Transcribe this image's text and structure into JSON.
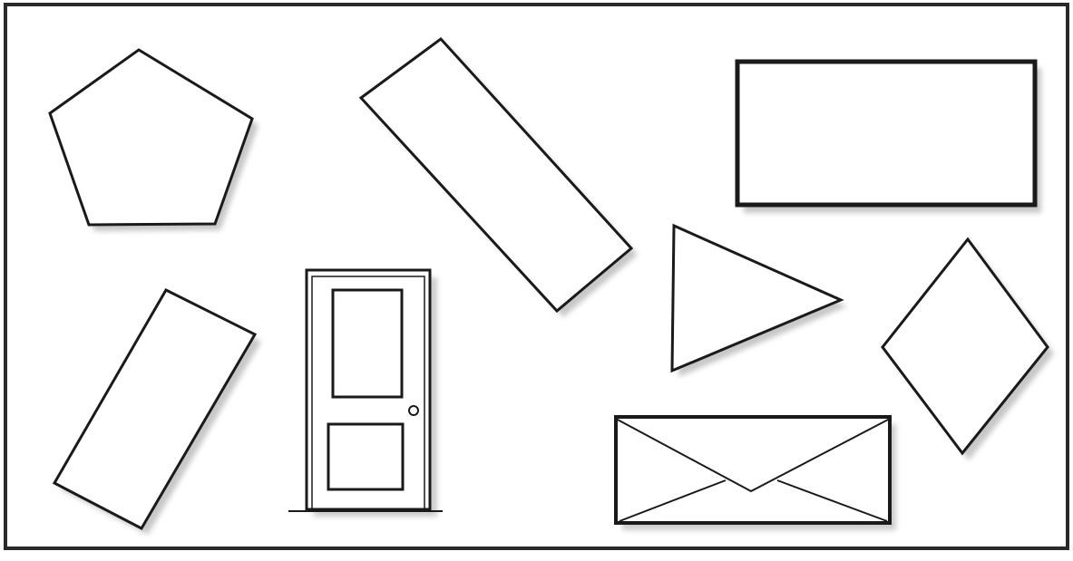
{
  "diagram": {
    "shapes": [
      {
        "kind": "pentagon"
      },
      {
        "kind": "tilted-rectangle"
      },
      {
        "kind": "rectangle"
      },
      {
        "kind": "triangle"
      },
      {
        "kind": "rhombus"
      },
      {
        "kind": "tilted-rectangle"
      },
      {
        "kind": "door"
      },
      {
        "kind": "envelope"
      }
    ],
    "colors": {
      "ink": "#1a1a1a",
      "shadow": "#9a9a9a",
      "paper": "#ffffff"
    }
  }
}
